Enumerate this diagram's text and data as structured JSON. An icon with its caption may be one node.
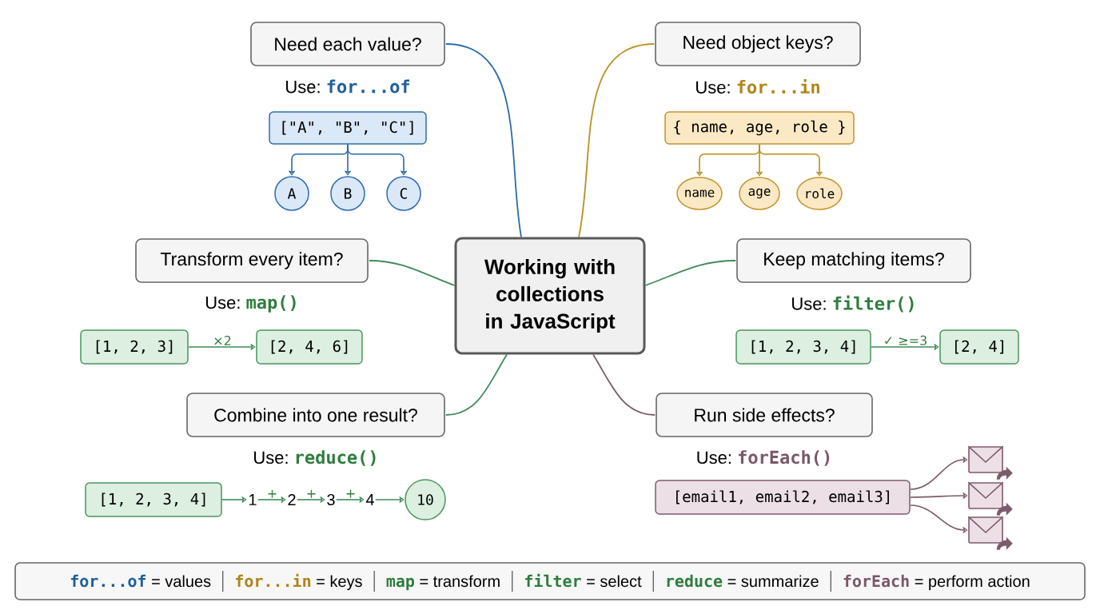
{
  "diagram": {
    "nodes": [
      {
        "text": [
          "Working with collections in JavaScript"
        ]
      },
      {
        "text": [
          "Need each value?"
        ],
        "beside": [
          "Use:",
          "for...of"
        ]
      },
      {
        "text": [
          "Need object keys?"
        ],
        "beside": [
          "Use:",
          "for...in"
        ]
      },
      {
        "text": [
          "Transform every item?"
        ],
        "beside": [
          "Use:",
          "map()"
        ]
      },
      {
        "text": [
          "Keep matching items?"
        ],
        "beside": [
          "Use:",
          "filter()"
        ]
      },
      {
        "text": [
          "Combine into one result?"
        ],
        "beside": [
          "Use:",
          "reduce()"
        ]
      },
      {
        "text": [
          "Run side effects?"
        ],
        "beside": [
          "Use:",
          "forEach()"
        ]
      },
      {
        "text": [
          "[\"A\", \"B\", \"C\"]"
        ]
      },
      {
        "text": [
          "A"
        ]
      },
      {
        "text": [
          "B"
        ]
      },
      {
        "text": [
          "C"
        ]
      },
      {
        "text": [
          "{ name, age, role }"
        ]
      },
      {
        "text": [
          "name"
        ]
      },
      {
        "text": [
          "age"
        ]
      },
      {
        "text": [
          "role"
        ]
      },
      {
        "text": [
          "[1, 2, 3]"
        ]
      },
      {
        "text": [
          "[2, 4, 6]"
        ]
      },
      {
        "text": [
          "[1, 2, 3, 4]"
        ]
      },
      {
        "text": [
          "[2, 4]"
        ]
      },
      {
        "text": [
          "[1, 2, 3, 4]"
        ]
      },
      {
        "text": [
          "1"
        ]
      },
      {
        "text": [
          "2"
        ]
      },
      {
        "text": [
          "3"
        ]
      },
      {
        "text": [
          "4"
        ]
      },
      {
        "text": [
          "10"
        ]
      },
      {
        "text": [
          "[email1, email2, email3]"
        ]
      },
      {
        "text": [],
        "shape": "envelope"
      },
      {
        "text": [],
        "shape": "envelope"
      },
      {
        "text": [],
        "shape": "envelope"
      },
      {
        "text": [
          "for...of",
          "= values",
          "for...in",
          "= keys",
          "map",
          "= transform",
          "filter",
          "= select",
          "reduce",
          "= summarize",
          "forEach",
          "= perform action"
        ]
      }
    ],
    "edges": [
      {
        "from": 0,
        "to": 1,
        "arrow": "none",
        "color": "#2a6aa8"
      },
      {
        "from": 0,
        "to": 2,
        "arrow": "none",
        "color": "#b8901f"
      },
      {
        "from": 0,
        "to": 3,
        "arrow": "none"
      },
      {
        "from": 0,
        "to": 4,
        "arrow": "none"
      },
      {
        "from": 0,
        "to": 5,
        "arrow": "none"
      },
      {
        "from": 0,
        "to": 6,
        "arrow": "none",
        "color": "#7a5a6a"
      },
      {
        "from": 7,
        "to": 8,
        "arrow": "to",
        "color": "#2a6aa8"
      },
      {
        "from": 7,
        "to": 9,
        "arrow": "to",
        "color": "#2a6aa8"
      },
      {
        "from": 7,
        "to": 10,
        "arrow": "to",
        "color": "#2a6aa8"
      },
      {
        "from": 11,
        "to": 12,
        "arrow": "to",
        "color": "#b8901f"
      },
      {
        "from": 11,
        "to": 13,
        "arrow": "to",
        "color": "#b8901f"
      },
      {
        "from": 11,
        "to": 14,
        "arrow": "to",
        "color": "#b8901f"
      },
      {
        "from": 15,
        "to": 16,
        "arrow": "to",
        "label": "×2"
      },
      {
        "from": 17,
        "to": 18,
        "arrow": "to",
        "label": "✓ ≥=3"
      },
      {
        "from": 19,
        "to": 20,
        "arrow": "to"
      },
      {
        "from": 20,
        "to": 21,
        "arrow": "to",
        "label": "+"
      },
      {
        "from": 21,
        "to": 22,
        "arrow": "to",
        "label": "+"
      },
      {
        "from": 22,
        "to": 23,
        "arrow": "to",
        "label": "+"
      },
      {
        "from": 23,
        "to": 24,
        "arrow": "to"
      },
      {
        "from": 25,
        "to": 26,
        "arrow": "to",
        "color": "#7a5a6a"
      },
      {
        "from": 25,
        "to": 27,
        "arrow": "to",
        "color": "#7a5a6a"
      },
      {
        "from": 25,
        "to": 28,
        "arrow": "to",
        "color": "#7a5a6a"
      }
    ]
  }
}
